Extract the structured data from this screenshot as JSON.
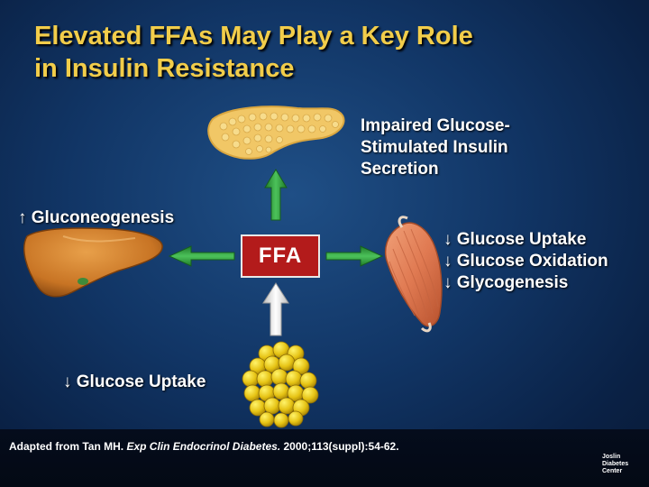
{
  "title": {
    "line1": "Elevated FFAs May Play a Key Role",
    "line2": "in Insulin Resistance"
  },
  "center": {
    "label": "FFA"
  },
  "pancreas": {
    "line1": "Impaired Glucose-",
    "line2": "Stimulated Insulin",
    "line3": "Secretion"
  },
  "liver": {
    "label": "↑ Gluconeogenesis"
  },
  "muscle": {
    "line1": "↓ Glucose Uptake",
    "line2": "↓ Glucose Oxidation",
    "line3": "↓ Glycogenesis"
  },
  "adipose": {
    "label": "↓ Glucose Uptake"
  },
  "citation": {
    "prefix": "Adapted from Tan MH.",
    "journal": "Exp Clin Endocrinol Diabetes.",
    "details": "2000;113(suppl):54-62."
  },
  "logo": {
    "line1": "Joslin",
    "line2": "Diabetes",
    "line3": "Center"
  },
  "colors": {
    "title": "#f2cd4a",
    "ffa_box": "#b31b1b",
    "arrow_green": "#2e9e3a",
    "arrow_white": "#f2f2f2"
  }
}
